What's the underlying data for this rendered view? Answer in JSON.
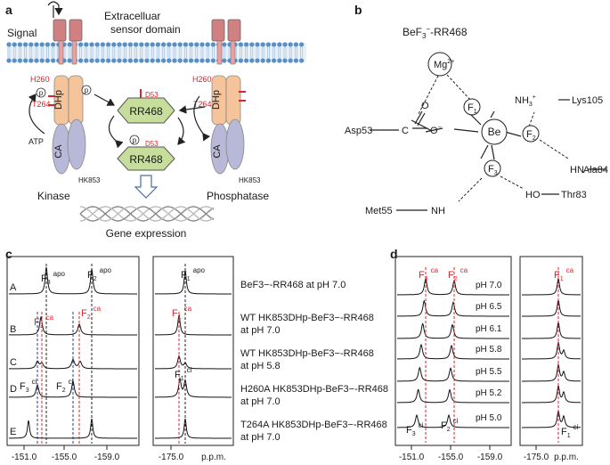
{
  "panels": {
    "a": {
      "letter": "a",
      "signal": "Signal",
      "sensor_line1": "Extracelluar",
      "sensor_line2": "sensor domain",
      "h260": "H260",
      "t264": "T264",
      "h260_right": "H260",
      "t264_right": "T264",
      "dhp_left": "DHp",
      "dhp_right": "DHp",
      "ca_left": "CA",
      "ca_right": "CA",
      "hk_left": "HK853",
      "hk_right": "HK853",
      "p": "p",
      "atp": "ATP",
      "d53_top": "D53",
      "d53_bottom": "D53",
      "rr_top": "RR468",
      "rr_bottom": "RR468",
      "kinase": "Kinase",
      "phosphatase": "Phosphatase",
      "gene": "Gene expression"
    },
    "b": {
      "letter": "b",
      "title_pre": "BeF",
      "title_sub": "3",
      "title_sup": "−",
      "title_post": "-RR468",
      "mg": "Mg",
      "mg_sup": "2+",
      "be": "Be",
      "f": "F",
      "f1": "1",
      "f2": "2",
      "f3": "3",
      "o": "O",
      "o_minus": "O",
      "o_minus_sup": "−",
      "c": "C",
      "asp53": "Asp53",
      "nh3": "NH",
      "nh3_sub": "3",
      "nh3_sup": "+",
      "lys105": "Lys105",
      "hn": "HN",
      "ala84": "Ala84",
      "ho": "HO",
      "thr83": "Thr83",
      "met55": "Met55",
      "nh": "NH"
    },
    "c": {
      "letter": "c",
      "row_letters": [
        "A",
        "B",
        "C",
        "D",
        "E"
      ],
      "f": "F",
      "sub1": "1",
      "sub2": "2",
      "sub3": "3",
      "apo": "apo",
      "ca": "ca",
      "ci": "ci",
      "desc_A": "BeF3−-RR468 at pH 7.0",
      "desc_B1": "WT HK853DHp-BeF3−-RR468",
      "desc_B2": "at pH 7.0",
      "desc_C1": "WT HK853DHp-BeF3−-RR468",
      "desc_C2": "at pH 5.8",
      "desc_D1": "H260A HK853DHp-BeF3−-RR468",
      "desc_D2": "at pH 7.0",
      "desc_E1": "T264A HK853DHp-BeF3−-RR468",
      "desc_E2": "at pH 7.0",
      "axis_left": [
        "-151.0",
        "-155.0",
        "-159.0"
      ],
      "axis_right": [
        "-175.0",
        "p.p.m."
      ]
    },
    "d": {
      "letter": "d",
      "f": "F",
      "sub1": "1",
      "sub2": "2",
      "sub3": "3",
      "ca": "ca",
      "ci": "ci",
      "ph_labels": [
        "pH 7.0",
        "pH 6.5",
        "pH 6.1",
        "pH 5.8",
        "pH 5.5",
        "pH 5.2",
        "pH 5.0"
      ],
      "axis_left": [
        "-151.0",
        "-155.0",
        "-159.0"
      ],
      "axis_right": [
        "-175.0",
        "p.p.m."
      ]
    }
  }
}
